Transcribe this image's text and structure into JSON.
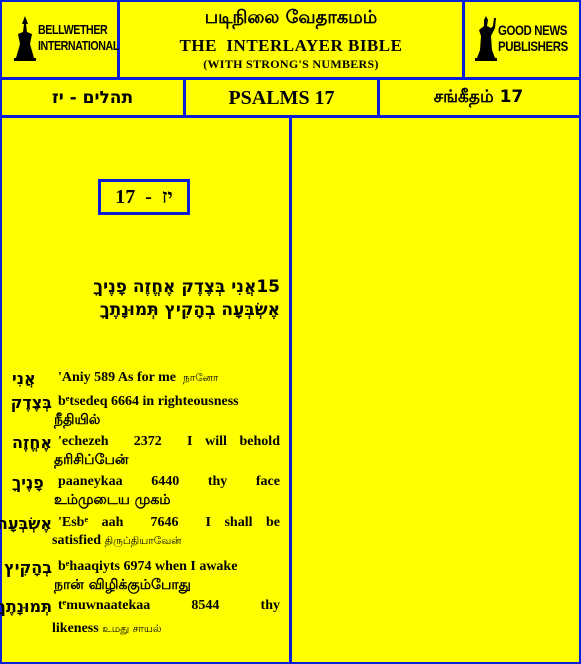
{
  "header": {
    "left_logo": {
      "line1": "BELLWETHER",
      "line2": "INTERNATIONAL",
      "icon": "bell-figure-icon"
    },
    "title_tamil": "படிநிலை வேதாகமம்",
    "title_main": "THE  INTERLAYER BIBLE",
    "title_sub": "(WITH STRONG'S NUMBERS)",
    "right_logo": {
      "line1": "GOOD NEWS",
      "line2": "PUBLISHERS",
      "icon": "statue-figure-icon"
    }
  },
  "subheader": {
    "hebrew": "תהלים - יז",
    "english": "PSALMS 17",
    "tamil": "சங்கீதம் 17"
  },
  "chapter_label": "יז  -  17",
  "verse": {
    "line1": "15אֲנִי בְּצֶדֶק אֶחֱזֶה פָנֶיךָ",
    "line2": "אֶשְׂבְּעָה בְהָקִיץ תְּמוּנָתֶךָ"
  },
  "entries": [
    {
      "hebrew": "אֲנִי",
      "text": "'Aniy 589 As for me",
      "tamil": "நானோ",
      "line2": ""
    },
    {
      "hebrew": "בְּצֶדֶק",
      "text": "bᵉtsedeq 6664 in righteousness",
      "tamil": "",
      "line2": "நீதியில்"
    },
    {
      "hebrew": "אֶחֱזֶה",
      "text": "'echezeh  2372  I will behold",
      "tamil": "",
      "line2": "தரிசிப்பேன்"
    },
    {
      "hebrew": "פָנֶיךָ",
      "text": "paaneykaa  6440  thy  face",
      "tamil": "",
      "line2": "உம்முடைய முகம்"
    },
    {
      "hebrew": "אֶשְׂבְּעָה",
      "text": "'Esbᵉ aah  7646  I shall be",
      "tamil": "",
      "line2": "satisfied",
      "line2_tamil": "திருப்தியாவேன்"
    },
    {
      "hebrew": "בְהָקִיץ",
      "text": "bᵉhaaqiyts 6974 when I awake",
      "tamil": "",
      "line2": "நான் விழிக்கும்போது"
    },
    {
      "hebrew": "תְּמוּנָתֶךָ",
      "text": "tᵉmuwnaatekaa  8544  thy",
      "tamil": "",
      "line2": "likeness",
      "line2_tamil": "உமது சாயல்"
    }
  ],
  "colors": {
    "background": "#ffff00",
    "border": "#0a1fd6",
    "text": "#000000"
  }
}
